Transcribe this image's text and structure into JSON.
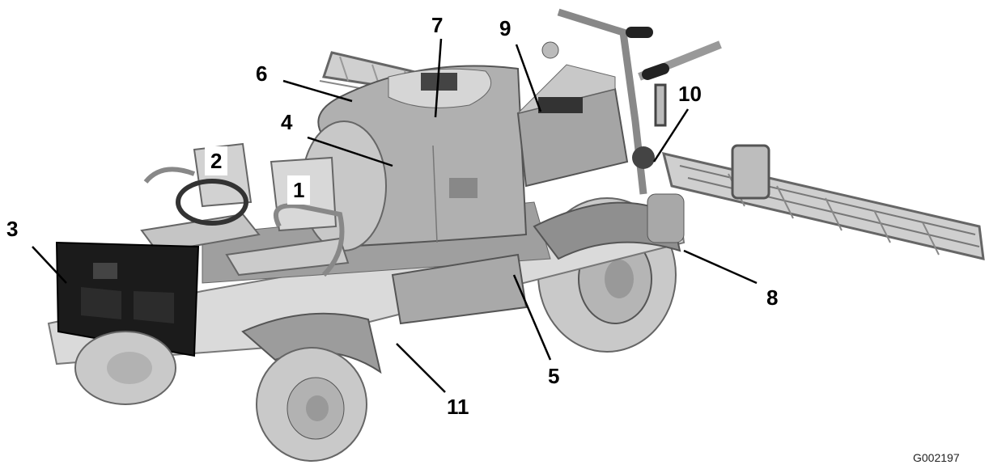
{
  "figure": {
    "id_label": "G002197",
    "callouts": [
      {
        "id": "c1",
        "label": "1"
      },
      {
        "id": "c2",
        "label": "2"
      },
      {
        "id": "c3",
        "label": "3"
      },
      {
        "id": "c4",
        "label": "4"
      },
      {
        "id": "c5",
        "label": "5"
      },
      {
        "id": "c6",
        "label": "6"
      },
      {
        "id": "c7",
        "label": "7"
      },
      {
        "id": "c8",
        "label": "8"
      },
      {
        "id": "c9",
        "label": "9"
      },
      {
        "id": "c10",
        "label": "10"
      },
      {
        "id": "c11",
        "label": "11"
      }
    ]
  },
  "colors": {
    "body_light": "#d9d9d9",
    "body_mid": "#b8b8b8",
    "body_dark": "#8c8c8c",
    "black_panel": "#1a1a1a",
    "tire": "#c8c8c8",
    "line": "#000000"
  }
}
